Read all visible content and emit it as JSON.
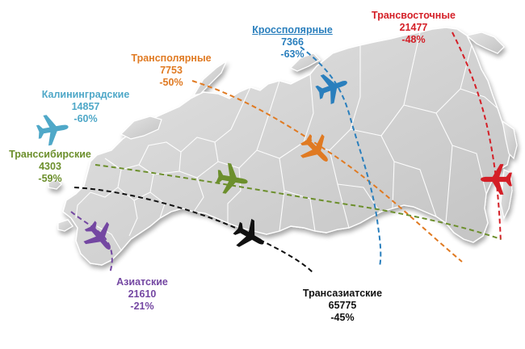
{
  "colors": {
    "kaliningrad": "#4fa8c8",
    "transpolar": "#e07a22",
    "crosspolar": "#2a7fbd",
    "transeast": "#d41f27",
    "transsib": "#6c8f2c",
    "asian": "#7447a2",
    "transasian": "#111111",
    "land": "#cfcfcf",
    "border": "#ffffff"
  },
  "routes": [
    {
      "key": "kaliningrad",
      "name": "Калининградские",
      "value": "14857",
      "change": "-60%"
    },
    {
      "key": "transpolar",
      "name": "Трансполярные",
      "value": "7753",
      "change": "-50%"
    },
    {
      "key": "crosspolar",
      "name": "Кроссполярные",
      "value": "7366",
      "change": "-63%"
    },
    {
      "key": "transeast",
      "name": "Трансвосточные",
      "value": "21477",
      "change": "-48%"
    },
    {
      "key": "transsib",
      "name": "Транссибирские",
      "value": "4303",
      "change": "-59%"
    },
    {
      "key": "asian",
      "name": "Азиатские",
      "value": "21610",
      "change": "-21%"
    },
    {
      "key": "transasian",
      "name": "Трансазиатские",
      "value": "65775",
      "change": "-45%"
    }
  ]
}
